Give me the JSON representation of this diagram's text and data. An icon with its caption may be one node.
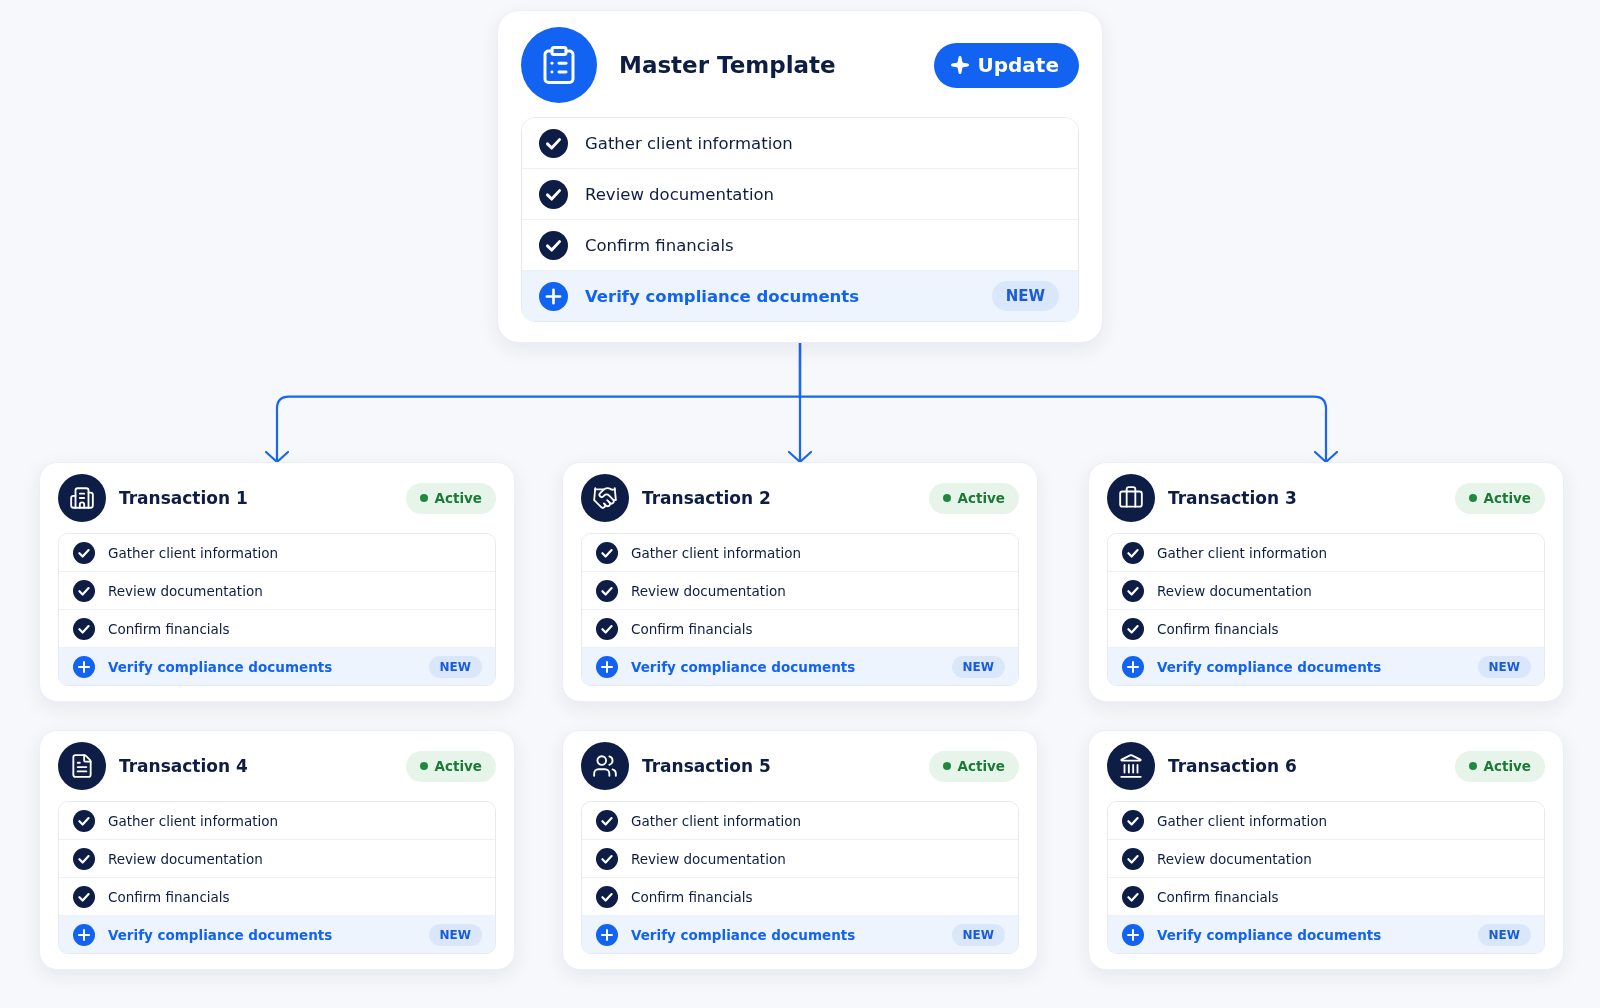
{
  "diagram": {
    "nodes": [
      {
        "text": [
          "Master Template",
          "Update"
        ]
      },
      {
        "text": [
          "Gather client information"
        ],
        "in": 0
      },
      {
        "text": [
          "Review documentation"
        ],
        "in": 0
      },
      {
        "text": [
          "Confirm financials"
        ],
        "in": 0
      },
      {
        "text": [
          "Verify compliance documents",
          "NEW"
        ],
        "in": 0
      },
      {
        "text": [
          "Transaction 1",
          "Active"
        ]
      },
      {
        "text": [
          "Gather client information"
        ],
        "in": 5
      },
      {
        "text": [
          "Review documentation"
        ],
        "in": 5
      },
      {
        "text": [
          "Confirm financials"
        ],
        "in": 5
      },
      {
        "text": [
          "Verify compliance documents",
          "NEW"
        ],
        "in": 5
      },
      {
        "text": [
          "Transaction 2",
          "Active"
        ]
      },
      {
        "text": [
          "Gather client information"
        ],
        "in": 10
      },
      {
        "text": [
          "Review documentation"
        ],
        "in": 10
      },
      {
        "text": [
          "Confirm financials"
        ],
        "in": 10
      },
      {
        "text": [
          "Verify compliance documents",
          "NEW"
        ],
        "in": 10
      },
      {
        "text": [
          "Transaction 3",
          "Active"
        ]
      },
      {
        "text": [
          "Gather client information"
        ],
        "in": 15
      },
      {
        "text": [
          "Review documentation"
        ],
        "in": 15
      },
      {
        "text": [
          "Confirm financials"
        ],
        "in": 15
      },
      {
        "text": [
          "Verify compliance documents",
          "NEW"
        ],
        "in": 15
      },
      {
        "text": [
          "Transaction 4",
          "Active"
        ]
      },
      {
        "text": [
          "Gather client information"
        ],
        "in": 20
      },
      {
        "text": [
          "Review documentation"
        ],
        "in": 20
      },
      {
        "text": [
          "Confirm financials"
        ],
        "in": 20
      },
      {
        "text": [
          "Verify compliance documents",
          "NEW"
        ],
        "in": 20
      },
      {
        "text": [
          "Transaction 5",
          "Active"
        ]
      },
      {
        "text": [
          "Gather client information"
        ],
        "in": 25
      },
      {
        "text": [
          "Review documentation"
        ],
        "in": 25
      },
      {
        "text": [
          "Confirm financials"
        ],
        "in": 25
      },
      {
        "text": [
          "Verify compliance documents",
          "NEW"
        ],
        "in": 25
      },
      {
        "text": [
          "Transaction 6",
          "Active"
        ]
      },
      {
        "text": [
          "Gather client information"
        ],
        "in": 30
      },
      {
        "text": [
          "Review documentation"
        ],
        "in": 30
      },
      {
        "text": [
          "Confirm financials"
        ],
        "in": 30
      },
      {
        "text": [
          "Verify compliance documents",
          "NEW"
        ],
        "in": 30
      }
    ],
    "edges": [
      {
        "from": 0,
        "to": 5,
        "arrow": "to"
      },
      {
        "from": 0,
        "to": 10,
        "arrow": "to"
      },
      {
        "from": 0,
        "to": 15,
        "arrow": "to"
      }
    ]
  }
}
